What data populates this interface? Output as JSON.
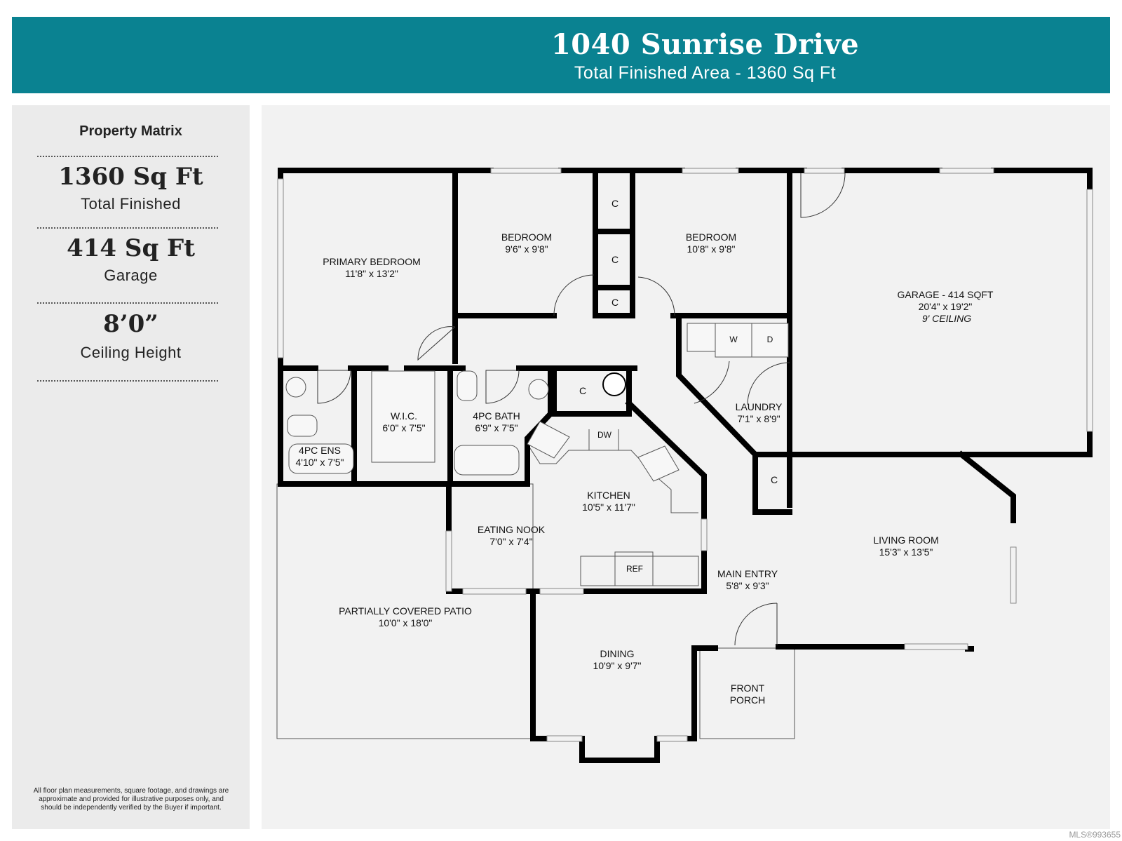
{
  "header": {
    "address": "1040 Sunrise Drive",
    "total_area": "Total Finished Area - 1360 Sq Ft"
  },
  "sidebar": {
    "heading": "Property Matrix",
    "stats": [
      {
        "value": "1360 Sq Ft",
        "label": "Total Finished"
      },
      {
        "value": "414 Sq Ft",
        "label": "Garage"
      },
      {
        "value": "8’0”",
        "label": "Ceiling Height"
      }
    ],
    "disclaimer": "All floor plan measurements, square footage, and drawings are approximate and provided for illustrative purposes only, and should be independently verified by the Buyer if important."
  },
  "floorplan": {
    "rooms": {
      "primary_bedroom": {
        "name": "PRIMARY BEDROOM",
        "size": "11'8\" x 13'2\""
      },
      "bedroom_2": {
        "name": "BEDROOM",
        "size": "9'6\" x 9'8\""
      },
      "bedroom_3": {
        "name": "BEDROOM",
        "size": "10'8\" x 9'8\""
      },
      "garage": {
        "name": "GARAGE - 414 SQFT",
        "size": "20'4\" x 19'2\"",
        "note": "9' CEILING"
      },
      "wic": {
        "name": "W.I.C.",
        "size": "6'0\" x 7'5\""
      },
      "bath": {
        "name": "4PC BATH",
        "size": "6'9\" x 7'5\""
      },
      "ensuite": {
        "name": "4PC ENS",
        "size": "4'10\" x 7'5\""
      },
      "laundry": {
        "name": "LAUNDRY",
        "size": "7'1\" x 8'9\""
      },
      "kitchen": {
        "name": "KITCHEN",
        "size": "10'5\" x 11'7\""
      },
      "eating_nook": {
        "name": "EATING NOOK",
        "size": "7'0\" x 7'4\""
      },
      "living_room": {
        "name": "LIVING ROOM",
        "size": "15'3\" x 13'5\""
      },
      "main_entry": {
        "name": "MAIN ENTRY",
        "size": "5'8\" x 9'3\""
      },
      "patio": {
        "name": "PARTIALLY COVERED PATIO",
        "size": "10'0\" x 18'0\""
      },
      "dining": {
        "name": "DINING",
        "size": "10'9\" x 9'7\""
      },
      "front_porch": {
        "name": "FRONT",
        "name2": "PORCH"
      }
    },
    "fixtures": {
      "closet": "C",
      "washer": "W",
      "dryer": "D",
      "dishwasher": "DW",
      "fridge": "REF"
    }
  },
  "footer": {
    "mls": "MLS®993655"
  },
  "colors": {
    "header_bg": "#0a8291",
    "sidebar_bg": "#ebebeb",
    "panel_bg": "#f2f2f2",
    "wall": "#000000"
  }
}
